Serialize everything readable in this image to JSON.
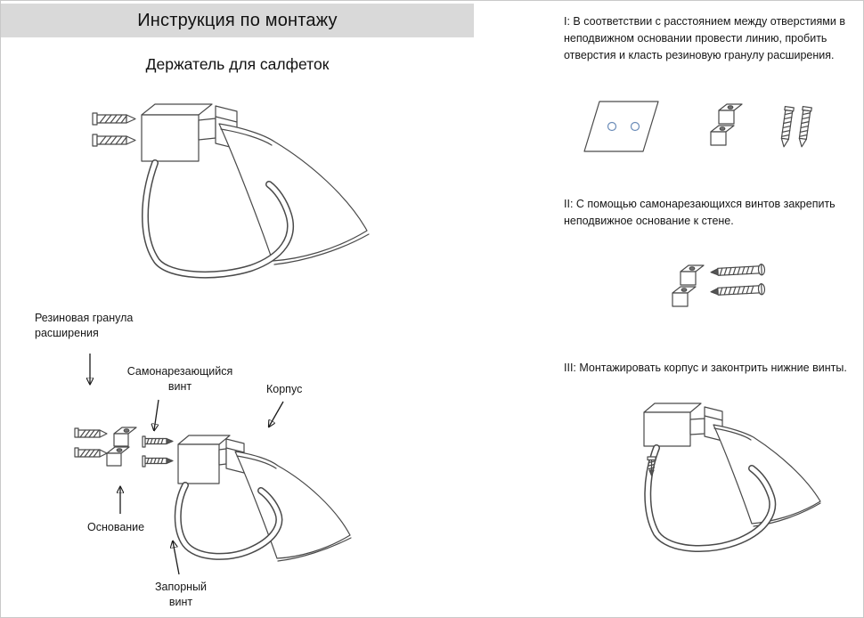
{
  "page": {
    "title": "Инструкция по монтажу",
    "subtitle": "Держатель для салфеток"
  },
  "diagram_labels": {
    "granule": "Резиновая гранула\nрасширения",
    "screw": "Самонарезающийся\nвинт",
    "body": "Корпус",
    "base": "Основание",
    "lock_screw": "Запорный\nвинт"
  },
  "steps": [
    {
      "text": "I: В соответствии с расстоянием между отверстиями в неподвижном основании провести линию, пробить отверстия и класть резиновую гранулу расширения."
    },
    {
      "text": "II: С помощью самонарезающихся винтов закрепить неподвижное основание к стене."
    },
    {
      "text": "III: Монтажировать корпус и законтрить нижние винты."
    }
  ],
  "colors": {
    "header_bg": "#d9d9d9",
    "line": "#4a4a4a",
    "hole_blue": "#6b8cb8"
  }
}
